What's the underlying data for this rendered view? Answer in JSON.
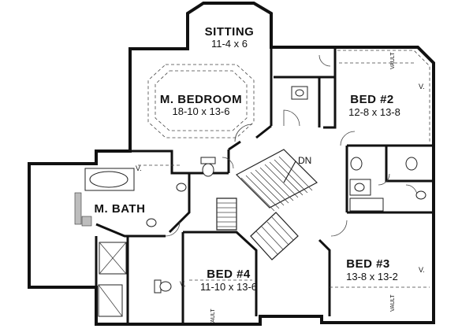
{
  "rooms": {
    "sitting": {
      "name": "SITTING",
      "dims": "11-4 x 6"
    },
    "m_bedroom": {
      "name": "M. BEDROOM",
      "dims": "18-10 x 13-6"
    },
    "bed2": {
      "name": "BED #2",
      "dims": "12-8 x 13-8"
    },
    "m_bath": {
      "name": "M. BATH",
      "dims": ""
    },
    "bed3": {
      "name": "BED #3",
      "dims": "13-8 x 13-2"
    },
    "bed4": {
      "name": "BED #4",
      "dims": "11-10 x 13-6"
    }
  },
  "labels": {
    "stairs_down": "DN",
    "vault": "VAULT",
    "vault_abbrev": "V."
  }
}
